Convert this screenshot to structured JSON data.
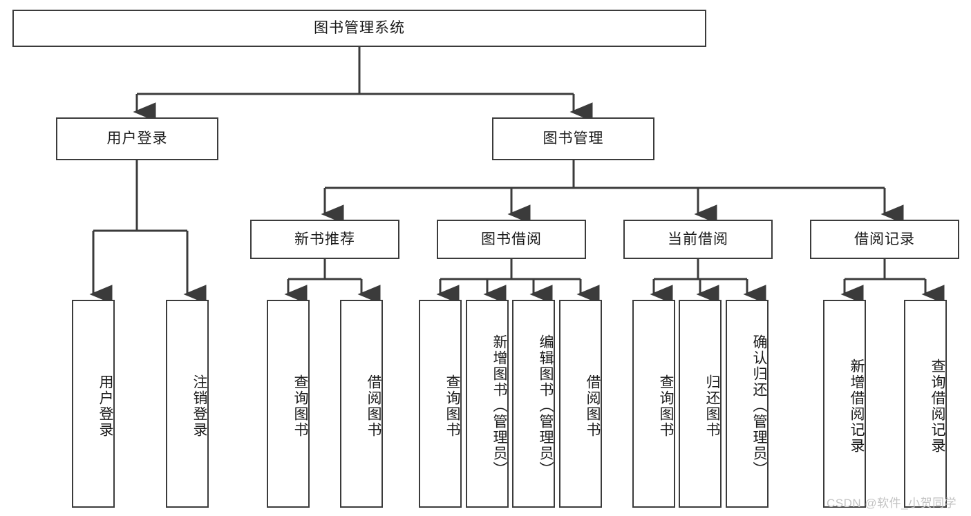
{
  "diagram": {
    "title_node": {
      "label": "图书管理系统"
    },
    "level2": [
      {
        "label": "用户登录"
      },
      {
        "label": "图书管理"
      }
    ],
    "level3": [
      {
        "label": "新书推荐"
      },
      {
        "label": "图书借阅"
      },
      {
        "label": "当前借阅"
      },
      {
        "label": "借阅记录"
      }
    ],
    "leaves": {
      "user_login": [
        {
          "label": "用户登录"
        },
        {
          "label": "注销登录"
        }
      ],
      "new_book": [
        {
          "label": "查询图书"
        },
        {
          "label": "借阅图书"
        }
      ],
      "book_borrow": [
        {
          "label": "查询图书"
        },
        {
          "label": "新增图书（管理员）"
        },
        {
          "label": "编辑图书（管理员）"
        },
        {
          "label": "借阅图书"
        }
      ],
      "current_borrow": [
        {
          "label": "查询图书"
        },
        {
          "label": "归还图书"
        },
        {
          "label": "确认归还（管理员）"
        }
      ],
      "borrow_record": [
        {
          "label": "新增借阅记录"
        },
        {
          "label": "查询借阅记录"
        }
      ]
    }
  },
  "watermark": {
    "text": "CSDN @软件_小贺同学"
  },
  "colors": {
    "stroke": "#3b3b3b",
    "box_fill": "#ffffff",
    "text": "#1a1a1a",
    "watermark": "#c3c3c3"
  }
}
